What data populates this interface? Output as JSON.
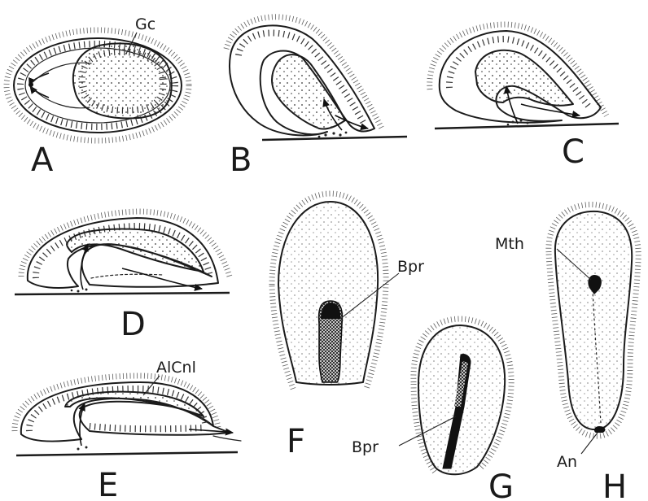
{
  "panels": [
    {
      "letter": "A"
    },
    {
      "letter": "B"
    },
    {
      "letter": "C"
    },
    {
      "letter": "D"
    },
    {
      "letter": "E"
    },
    {
      "letter": "F"
    },
    {
      "letter": "G"
    },
    {
      "letter": "H"
    }
  ],
  "labels": {
    "gc": "Gc",
    "alcnl": "AlCnl",
    "bpr_f": "Bpr",
    "bpr_g": "Bpr",
    "mth": "Mth",
    "an": "An"
  }
}
